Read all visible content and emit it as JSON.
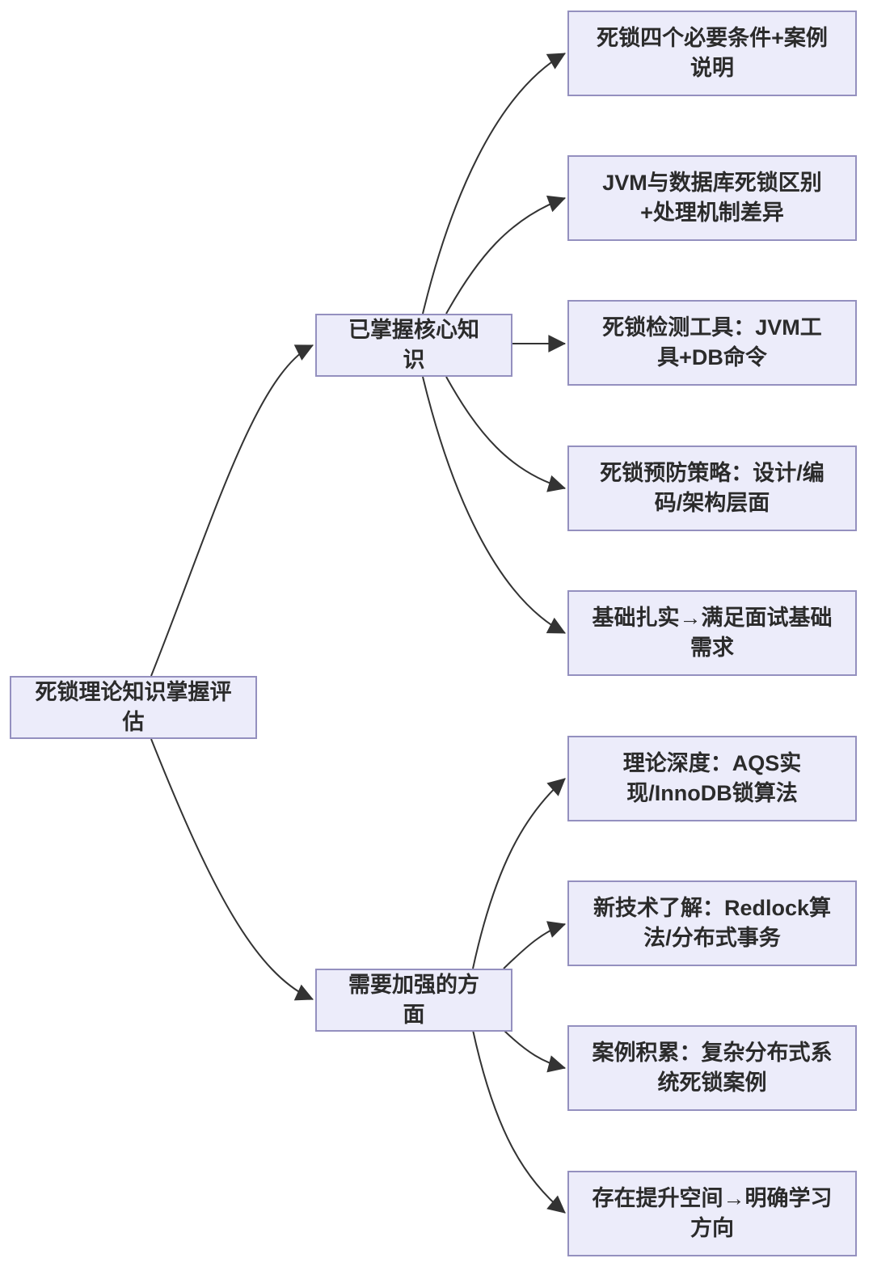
{
  "diagram": {
    "type": "flowchart-left-to-right",
    "root": {
      "label": "死锁理论知识掌握评估"
    },
    "branches": [
      {
        "label": "已掌握核心知识",
        "children": [
          "死锁四个必要条件+案例说明",
          "JVM与数据库死锁区别+处理机制差异",
          "死锁检测工具：JVM工具+DB命令",
          "死锁预防策略：设计/编码/架构层面",
          "基础扎实→满足面试基础需求"
        ]
      },
      {
        "label": "需要加强的方面",
        "children": [
          "理论深度：AQS实现/InnoDB锁算法",
          "新技术了解：Redlock算法/分布式事务",
          "案例积累：复杂分布式系统死锁案例",
          "存在提升空间→明确学习方向"
        ]
      }
    ],
    "colors": {
      "background": "#ffffff",
      "node_fill": "#ececfa",
      "node_border": "#9490bf",
      "edge": "#333333",
      "text": "#2b2b2b"
    }
  }
}
